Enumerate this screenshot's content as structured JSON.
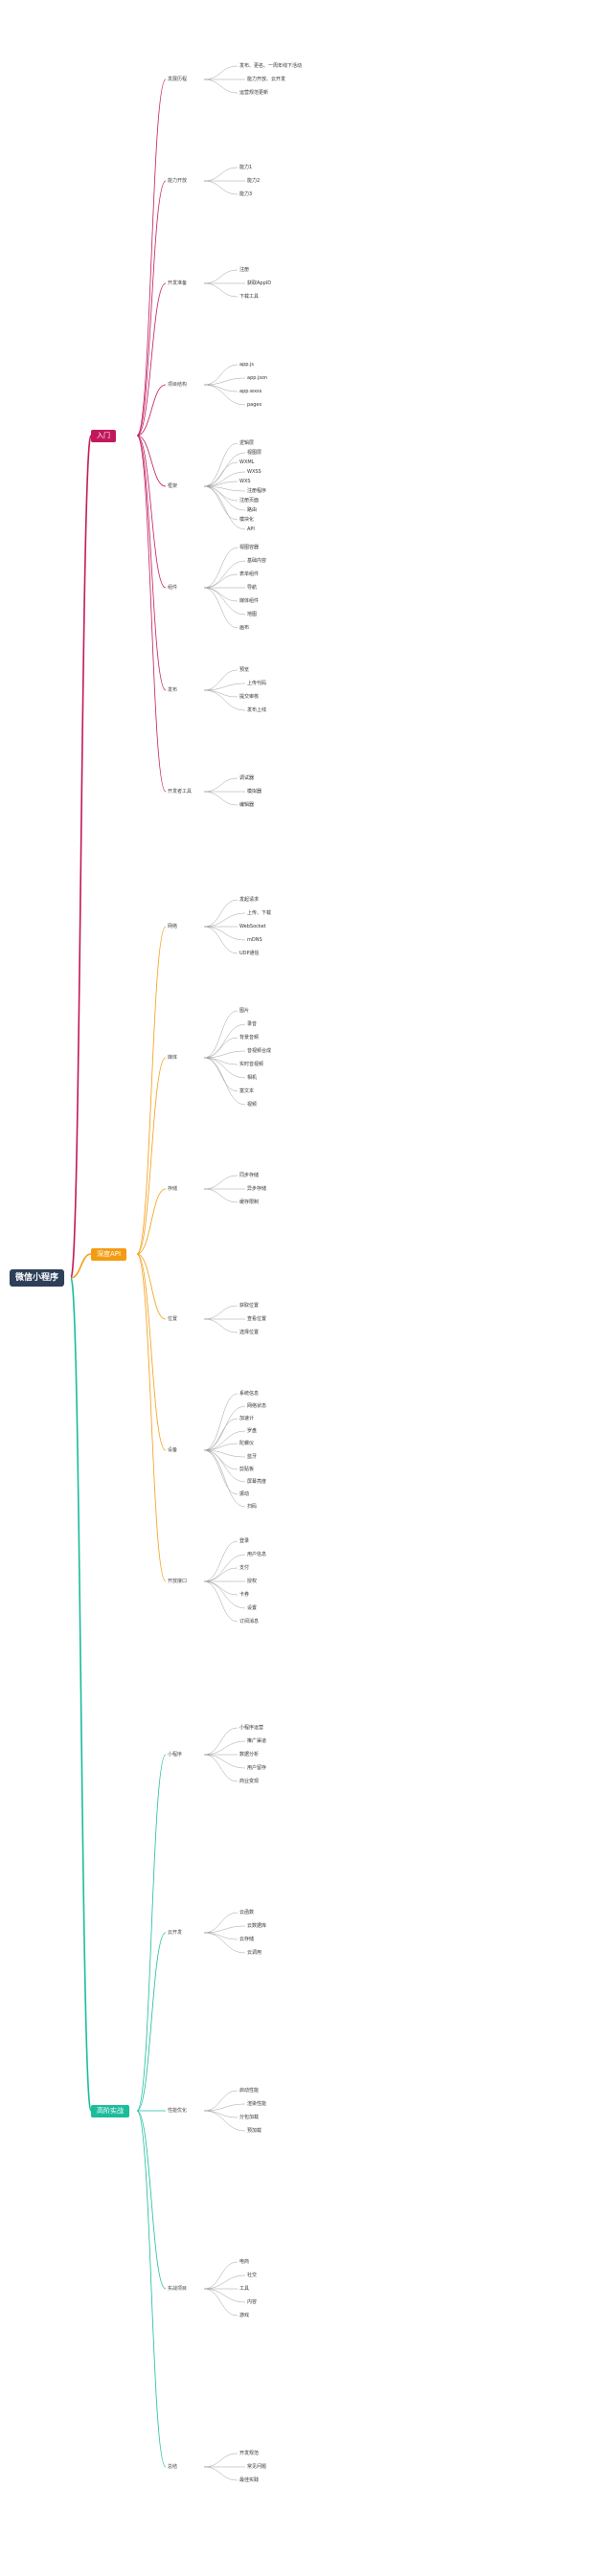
{
  "colors": {
    "root": "#2e4057",
    "branches": [
      "#c2185b",
      "#f39c12",
      "#1abc9c"
    ],
    "line": "#9e9e9e"
  },
  "mindmap": {
    "root": "微信小程序",
    "branches": [
      {
        "title": "入门",
        "color": "#c2185b",
        "groups": [
          {
            "label": "发展历程",
            "items": [
              "发布、更名、一周年线下活动",
              "能力开放、云开发",
              "运营规范更新"
            ]
          },
          {
            "label": "能力开放",
            "items": [
              "能力1",
              "能力2",
              "能力3"
            ]
          },
          {
            "label": "开发准备",
            "items": [
              "注册",
              "获取AppID",
              "下载工具"
            ]
          },
          {
            "label": "项目结构",
            "items": [
              "app.js",
              "app.json",
              "app.wxss",
              "pages"
            ]
          },
          {
            "label": "框架",
            "items": [
              "逻辑层",
              "视图层",
              "WXML",
              "WXSS",
              "WXS",
              "注册程序",
              "注册页面",
              "路由",
              "模块化",
              "API"
            ]
          },
          {
            "label": "组件",
            "items": [
              "视图容器",
              "基础内容",
              "表单组件",
              "导航",
              "媒体组件",
              "地图",
              "画布"
            ]
          },
          {
            "label": "发布",
            "items": [
              "预览",
              "上传代码",
              "提交审核",
              "发布上线"
            ]
          },
          {
            "label": "开发者工具",
            "items": [
              "调试器",
              "模拟器",
              "编辑器"
            ]
          }
        ]
      },
      {
        "title": "深度API",
        "color": "#f39c12",
        "groups": [
          {
            "label": "网络",
            "items": [
              "发起请求",
              "上传、下载",
              "WebSocket",
              "mDNS",
              "UDP通信"
            ]
          },
          {
            "label": "媒体",
            "items": [
              "图片",
              "录音",
              "背景音频",
              "音视频合成",
              "实时音视频",
              "相机",
              "富文本",
              "视频"
            ]
          },
          {
            "label": "存储",
            "items": [
              "同步存储",
              "异步存储",
              "缓存限制"
            ]
          },
          {
            "label": "位置",
            "items": [
              "获取位置",
              "查看位置",
              "选择位置"
            ]
          },
          {
            "label": "设备",
            "items": [
              "系统信息",
              "网络状态",
              "加速计",
              "罗盘",
              "陀螺仪",
              "蓝牙",
              "剪贴板",
              "屏幕亮度",
              "振动",
              "扫码"
            ]
          },
          {
            "label": "开放接口",
            "items": [
              "登录",
              "用户信息",
              "支付",
              "授权",
              "卡券",
              "设置",
              "订阅消息"
            ]
          }
        ]
      },
      {
        "title": "高阶实战",
        "color": "#1abc9c",
        "groups": [
          {
            "label": "小程序",
            "items": [
              "小程序运营",
              "推广渠道",
              "数据分析",
              "用户留存",
              "商业变现"
            ]
          },
          {
            "label": "云开发",
            "items": [
              "云函数",
              "云数据库",
              "云存储",
              "云调用"
            ]
          },
          {
            "label": "性能优化",
            "items": [
              "启动性能",
              "渲染性能",
              "分包加载",
              "预加载"
            ]
          },
          {
            "label": "实战项目",
            "items": [
              "电商",
              "社交",
              "工具",
              "内容",
              "游戏"
            ]
          },
          {
            "label": "总结",
            "items": [
              "开发规范",
              "常见问题",
              "最佳实践"
            ]
          }
        ]
      }
    ]
  }
}
